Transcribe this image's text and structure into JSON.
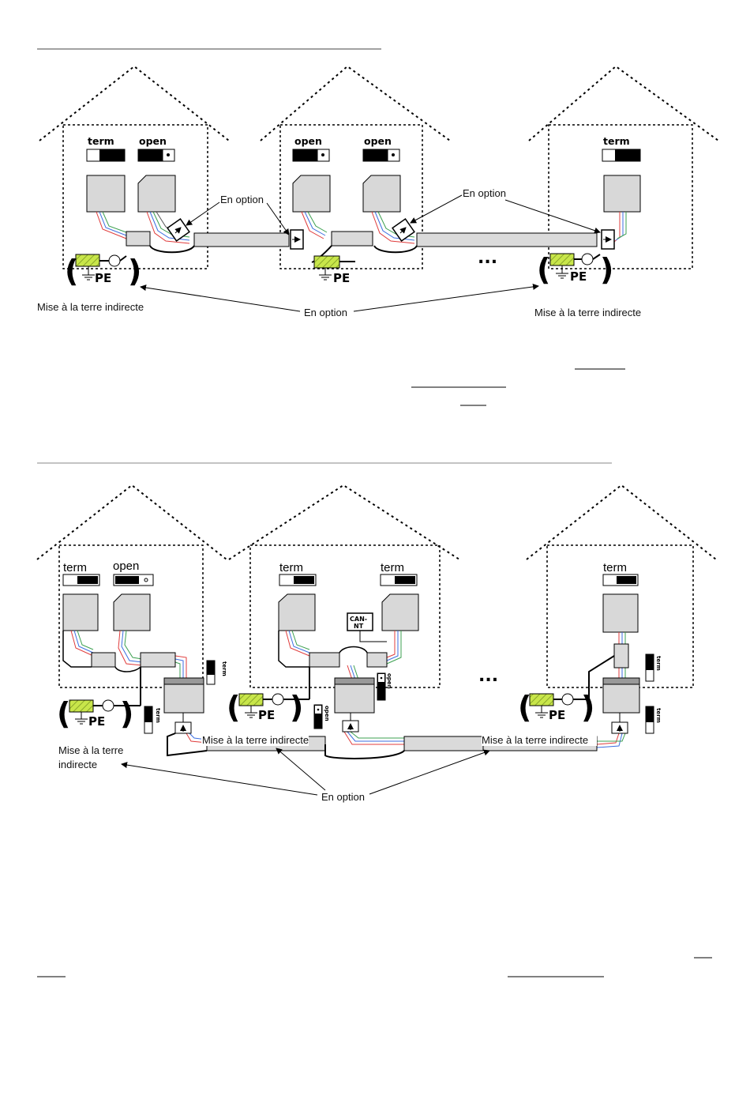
{
  "diagram1": {
    "switches": [
      "term",
      "open",
      "open",
      "open",
      "term"
    ],
    "label_option_1": "En option",
    "label_option_2": "En option",
    "label_option_bottom": "En option",
    "label_earth_left": "Mise à la terre indirecte",
    "label_earth_right": "Mise à la terre indirecte",
    "pe": "PE",
    "ellipsis": "..."
  },
  "diagram2": {
    "switches": [
      "term",
      "open",
      "term",
      "term",
      "term"
    ],
    "can_nt_line1": "CAN-",
    "can_nt_line2": "NT",
    "vertical_switches": [
      "term",
      "term",
      "open",
      "open",
      "term",
      "term"
    ],
    "label_earth_left_line1": "Mise à la terre",
    "label_earth_left_line2": "indirecte",
    "label_earth_mid": "Mise à la terre indirecte",
    "label_earth_right": "Mise à la terre indirecte",
    "label_option": "En option",
    "pe": "PE",
    "ellipsis": "..."
  },
  "colors": {
    "earth_fill": "#c8e64a",
    "wire_red": "#e03c3c",
    "wire_blue": "#3c6ee0",
    "wire_green": "#3ca050"
  }
}
